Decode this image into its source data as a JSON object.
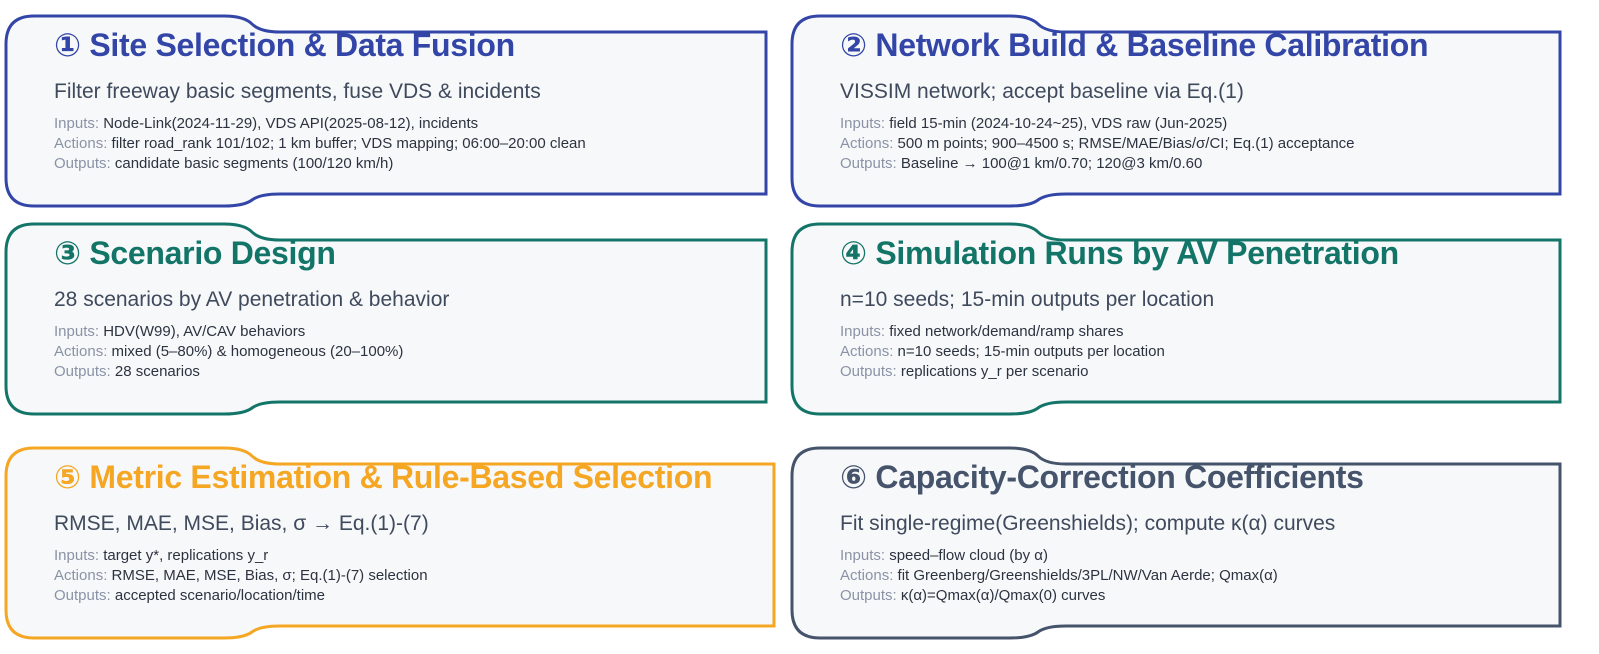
{
  "colors": {
    "blue": "#3346a8",
    "teal": "#137568",
    "orange": "#f5a623",
    "slate": "#45536b",
    "card_fill": "#f7f8fa"
  },
  "cards": [
    {
      "title": "① Site Selection & Data Fusion",
      "subtitle": "Filter freeway basic segments, fuse VDS & incidents",
      "inputs_label": "Inputs:",
      "inputs": "Node-Link(2024-11-29), VDS API(2025-08-12), incidents",
      "actions_label": "Actions:",
      "actions": "filter road_rank 101/102; 1 km buffer; VDS mapping; 06:00–20:00 clean",
      "outputs_label": "Outputs:",
      "outputs": "candidate basic segments (100/120 km/h)"
    },
    {
      "title": "② Network Build & Baseline Calibration",
      "subtitle": "VISSIM network; accept baseline via Eq.(1)",
      "inputs_label": "Inputs:",
      "inputs": "field 15-min (2024-10-24~25), VDS raw (Jun-2025)",
      "actions_label": "Actions:",
      "actions": "500 m points; 900–4500 s; RMSE/MAE/Bias/σ/CI; Eq.(1) acceptance",
      "outputs_label": "Outputs:",
      "outputs": "Baseline → 100@1 km/0.70; 120@3 km/0.60"
    },
    {
      "title": "③ Scenario Design",
      "subtitle": "28 scenarios by AV penetration & behavior",
      "inputs_label": "Inputs:",
      "inputs": "HDV(W99), AV/CAV behaviors",
      "actions_label": "Actions:",
      "actions": "mixed (5–80%) & homogeneous (20–100%)",
      "outputs_label": "Outputs:",
      "outputs": "28 scenarios"
    },
    {
      "title": "④ Simulation Runs by AV Penetration",
      "subtitle": "n=10 seeds; 15-min outputs per location",
      "inputs_label": "Inputs:",
      "inputs": "fixed network/demand/ramp shares",
      "actions_label": "Actions:",
      "actions": "n=10 seeds; 15-min outputs per location",
      "outputs_label": "Outputs:",
      "outputs": "replications y_r per scenario"
    },
    {
      "title": "⑤ Metric Estimation & Rule-Based Selection",
      "subtitle": "RMSE, MAE, MSE, Bias, σ → Eq.(1)-(7)",
      "inputs_label": "Inputs:",
      "inputs": "target y*, replications y_r",
      "actions_label": "Actions:",
      "actions": "RMSE, MAE, MSE, Bias, σ; Eq.(1)-(7) selection",
      "outputs_label": "Outputs:",
      "outputs": "accepted scenario/location/time"
    },
    {
      "title": "⑥ Capacity-Correction Coefficients",
      "subtitle": "Fit single-regime(Greenshields); compute κ(α) curves",
      "inputs_label": "Inputs:",
      "inputs": "speed–flow cloud (by α)",
      "actions_label": "Actions:",
      "actions": "fit Greenberg/Greenshields/3PL/NW/Van Aerde; Qmax(α)",
      "outputs_label": "Outputs:",
      "outputs": "κ(α)=Qmax(α)/Qmax(0) curves"
    }
  ]
}
